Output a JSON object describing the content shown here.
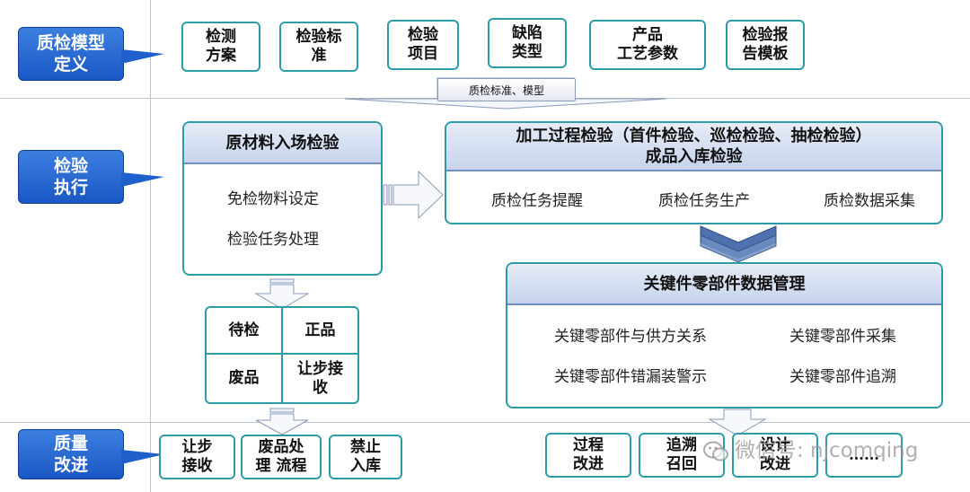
{
  "sections": {
    "definition": "质检模型\n定义",
    "execution": "检验\n执行",
    "improvement": "质量\n改进"
  },
  "model_boxes": [
    "检测\n方案",
    "检验标\n准",
    "检验\n项目",
    "缺陷\n类型",
    "产品\n工艺参数",
    "检验报\n告模板"
  ],
  "model_tag": "质检标准、模型",
  "incoming": {
    "title": "原材料入场检验",
    "items": [
      "免检物料设定",
      "检验任务处理"
    ]
  },
  "process": {
    "title": "加工过程检验（首件检验、巡检检验、抽检检验）\n成品入库检验",
    "items": [
      "质检任务提醒",
      "质检任务生产",
      "质检数据采集"
    ]
  },
  "status_grid": [
    "待检",
    "正品",
    "废品",
    "让步接\n收"
  ],
  "key_parts": {
    "title": "关键件零部件数据管理",
    "items": [
      "关键零部件与供方关系",
      "关键零部件采集",
      "关键零部件错漏装警示",
      "关键零部件追溯"
    ]
  },
  "improve_left": [
    "让步\n接收",
    "废品处\n理 流程",
    "禁止\n入库"
  ],
  "improve_right": [
    "过程\n改进",
    "追溯\n召回",
    "设计\n改进",
    "……"
  ],
  "watermark": "微信号: njcomqing",
  "colors": {
    "callout_blue": "#1f5fcc",
    "box_border": "#2e9ca8",
    "header_fill": "#c6d4ec",
    "divider": "#b9c4d6"
  }
}
